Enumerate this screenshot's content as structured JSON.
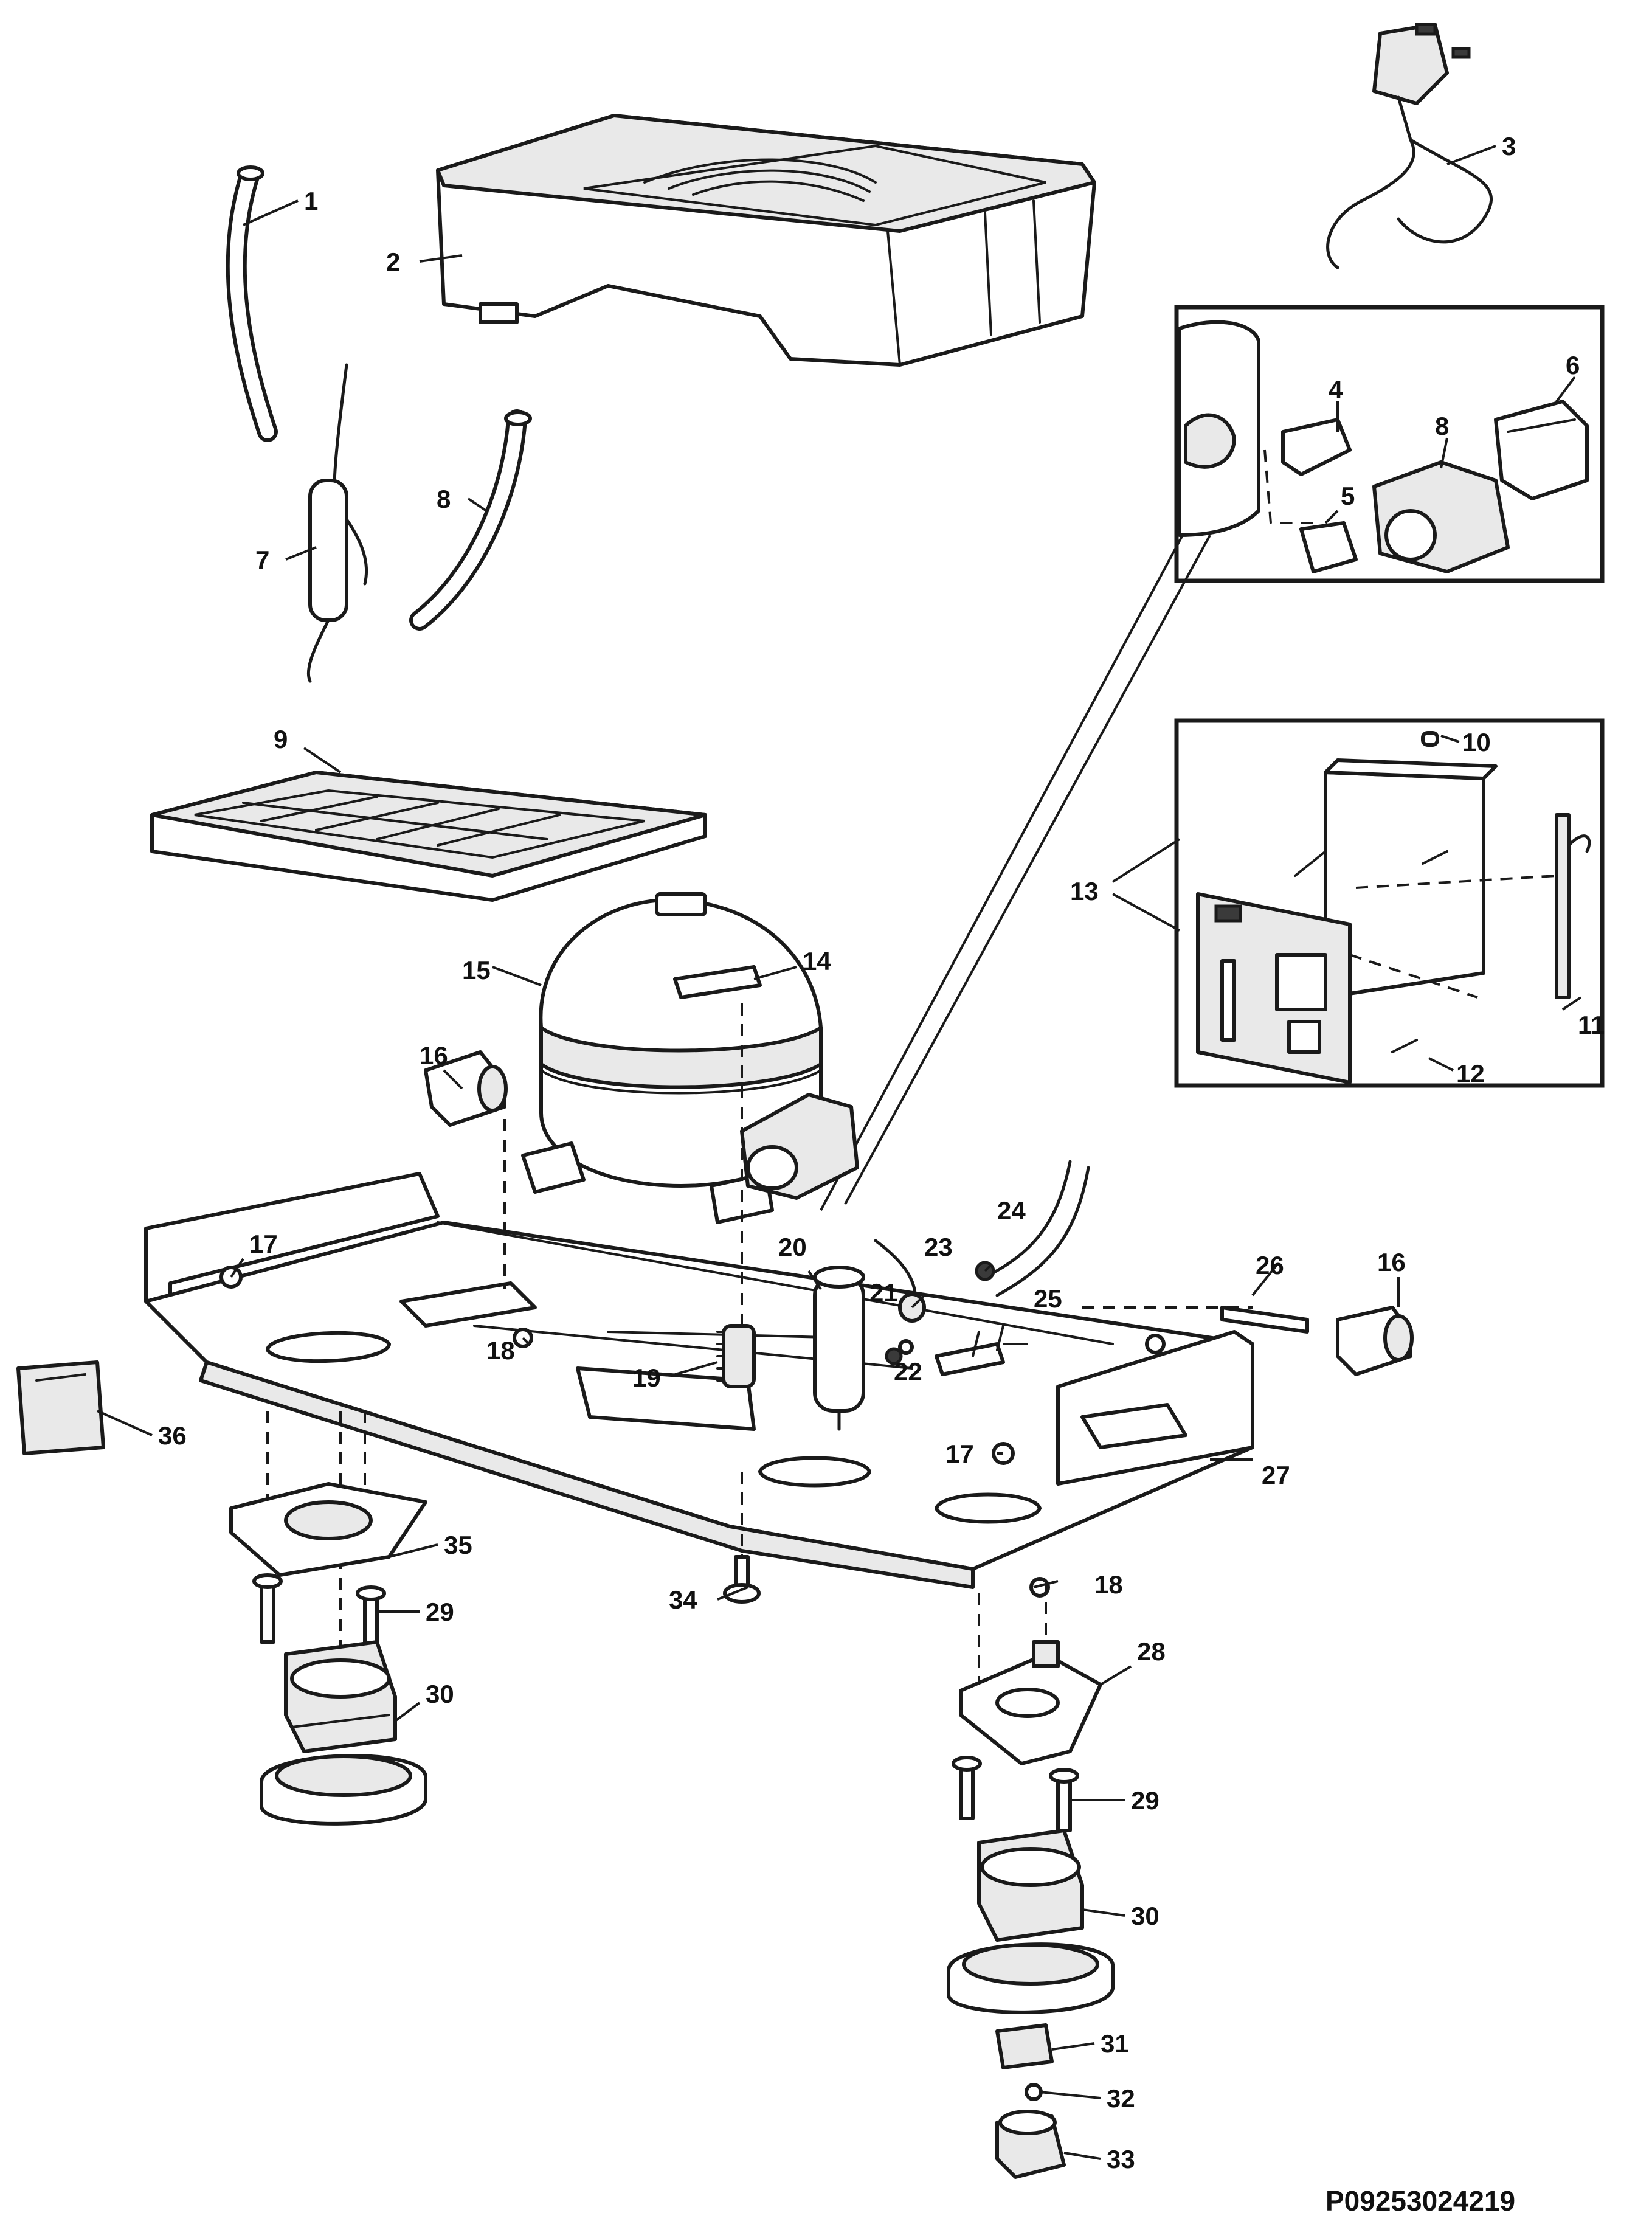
{
  "diagram": {
    "callouts": [
      "1",
      "2",
      "3",
      "4",
      "5",
      "6",
      "7",
      "8",
      "9",
      "10",
      "11",
      "12",
      "13",
      "14",
      "15",
      "16",
      "16",
      "17",
      "17",
      "18",
      "18",
      "19",
      "20",
      "21",
      "22",
      "23",
      "24",
      "25",
      "26",
      "27",
      "28",
      "29",
      "29",
      "30",
      "30",
      "31",
      "32",
      "33",
      "34",
      "35",
      "36"
    ],
    "doc_id": "P09253024219"
  }
}
